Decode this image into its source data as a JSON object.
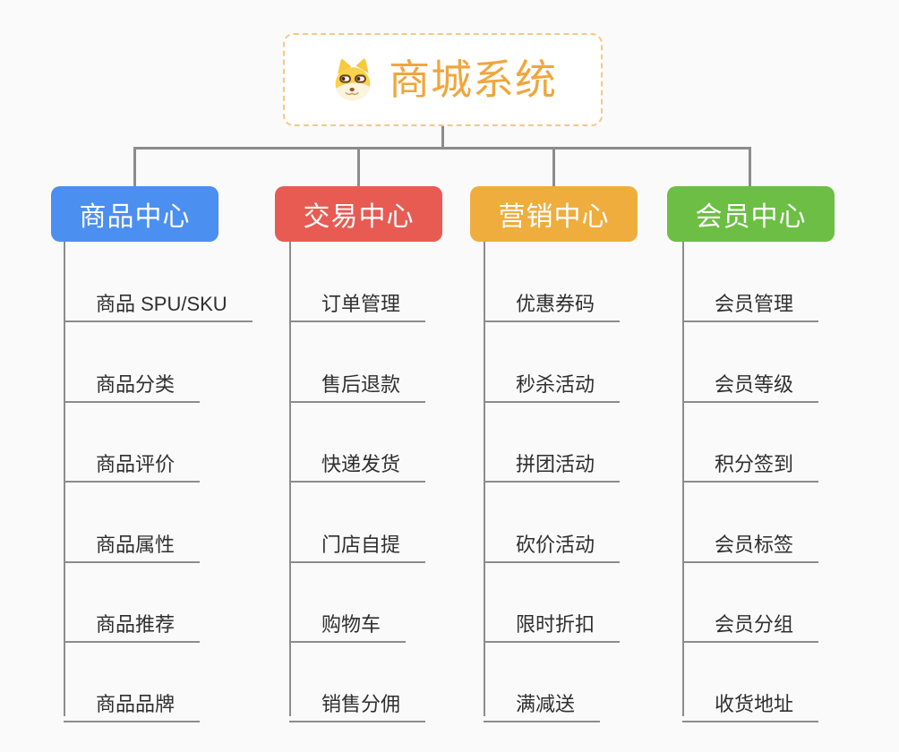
{
  "root": {
    "title": "商城系统",
    "icon": "doge-icon"
  },
  "branches": [
    {
      "label": "商品中心",
      "color": "#4B8FF0",
      "items": [
        "商品 SPU/SKU",
        "商品分类",
        "商品评价",
        "商品属性",
        "商品推荐",
        "商品品牌"
      ]
    },
    {
      "label": "交易中心",
      "color": "#E75B53",
      "items": [
        "订单管理",
        "售后退款",
        "快递发货",
        "门店自提",
        "购物车",
        "销售分佣"
      ]
    },
    {
      "label": "营销中心",
      "color": "#EFAD3E",
      "items": [
        "优惠券码",
        "秒杀活动",
        "拼团活动",
        "砍价活动",
        "限时折扣",
        "满减送"
      ]
    },
    {
      "label": "会员中心",
      "color": "#6CBF44",
      "items": [
        "会员管理",
        "会员等级",
        "积分签到",
        "会员标签",
        "会员分组",
        "收货地址"
      ]
    }
  ],
  "colors": {
    "background": "#FAFAFA",
    "connector": "#8C8C8C",
    "root_border": "#F6C880",
    "root_text": "#F0A63C",
    "item_text": "#2F2F2F",
    "header_text": "#FFFFFF"
  }
}
